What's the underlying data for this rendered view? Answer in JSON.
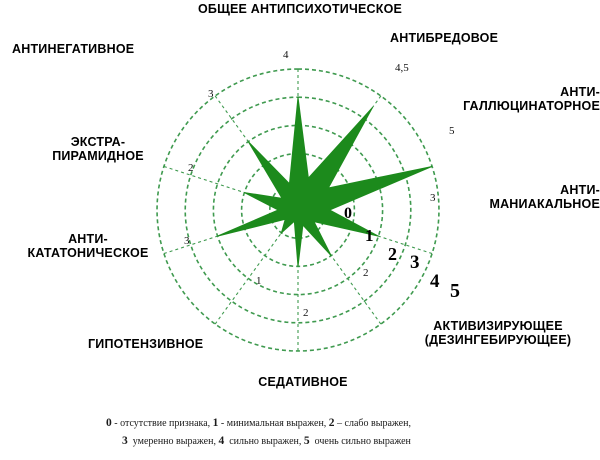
{
  "chart_data": {
    "type": "radar",
    "title": "",
    "grid": true,
    "legend_position": "bottom",
    "rlim": [
      0,
      5
    ],
    "rticks": [
      "0",
      "1",
      "2",
      "3",
      "4",
      "5"
    ],
    "categories": [
      "ОБЩЕЕ АНТИПСИХОТИЧЕСКОЕ",
      "АНТИБРЕДОВОЕ",
      "АНТИ-\nГАЛЛЮЦИНАТОРНОЕ",
      "АНТИ-\nМАНИАКАЛЬНОЕ",
      "АКТИВИЗИРУЮЩЕЕ\n(ДЕЗИНГЕБИРУЮЩЕЕ)",
      "СЕДАТИВНОЕ",
      "ГИПОТЕНЗИВНОЕ",
      "АНТИ-\nКАТАТОНИЧЕСКОЕ",
      "ЭКСТРА-\nПИРАМИДНОЕ",
      "АНТИНЕГАТИВНОЕ"
    ],
    "values": [
      4,
      4.5,
      5,
      3,
      2,
      2,
      1,
      3,
      2,
      3
    ],
    "point_labels": [
      "4",
      "4,5",
      "5",
      "3",
      "2",
      "2",
      "1",
      "3",
      "2",
      "3"
    ],
    "xlabel": "",
    "ylabel": "",
    "series": [
      {
        "name": "",
        "values": [
          4,
          4.5,
          5,
          3,
          2,
          2,
          1,
          3,
          2,
          3
        ]
      }
    ]
  },
  "axes": [
    {
      "label": "ОБЩЕЕ АНТИПСИХОТИЧЕСКОЕ",
      "value": "4",
      "tick": "4"
    },
    {
      "label": "АНТИБРЕДОВОЕ",
      "value": "4,5",
      "tick": "4,5"
    },
    {
      "label": "АНТИ-\nГАЛЛЮЦИНАТОРНОЕ",
      "value": "5",
      "tick": "5"
    },
    {
      "label": "АНТИ-\nМАНИАКАЛЬНОЕ",
      "value": "3",
      "tick": "3"
    },
    {
      "label": "АКТИВИЗИРУЮЩЕЕ\n(ДЕЗИНГЕБИРУЮЩЕЕ)",
      "value": "2",
      "tick": "2"
    },
    {
      "label": "СЕДАТИВНОЕ",
      "value": "2",
      "tick": "2"
    },
    {
      "label": "ГИПОТЕНЗИВНОЕ",
      "value": "1",
      "tick": "1"
    },
    {
      "label": "АНТИ-\nКАТАТОНИЧЕСКОЕ",
      "value": "3",
      "tick": "3"
    },
    {
      "label": "ЭКСТРА-\nПИРАМИДНОЕ",
      "value": "2",
      "tick": "2"
    },
    {
      "label": "АНТИНЕГАТИВНОЕ",
      "value": "3",
      "tick": "3"
    }
  ],
  "scale": {
    "numbers": [
      "0",
      "1",
      "2",
      "3",
      "4",
      "5"
    ]
  },
  "legend": {
    "line1": "0 - отсутствие признака, 1 - минимальная выражен, 2 – слабо выражен,",
    "line2": "3 - умеренно выражен, 4 - сильно выражен, 5 - очень сильно выражен",
    "line1_parts": [
      {
        "num": "0",
        "text": " - отсутствие признака, "
      },
      {
        "num": "1",
        "text": " - минимальная выражен, "
      },
      {
        "num": "2",
        "text": " – слабо выражен,"
      }
    ],
    "line2_parts": [
      {
        "num": "3",
        "text": "  умеренно выражен, "
      },
      {
        "num": "4",
        "text": "  сильно выражен, "
      },
      {
        "num": "5",
        "text": "  очень сильно выражен"
      }
    ]
  },
  "colors": {
    "fill": "#1c8a1c",
    "grid": "#3f9a4f",
    "text": "#000000"
  }
}
